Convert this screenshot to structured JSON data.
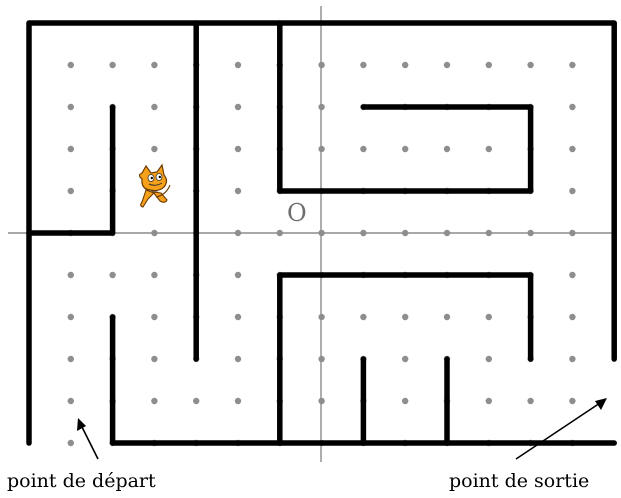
{
  "origin_label": "O",
  "start_label": "point de départ",
  "exit_label": "point de sortie",
  "colors": {
    "walls": "#000000",
    "grid_dots": "#8e8e8e",
    "axes": "#8c8c8c",
    "cat": "#f7a11a"
  },
  "icons": {
    "sprite": "scratch-cat-icon"
  }
}
